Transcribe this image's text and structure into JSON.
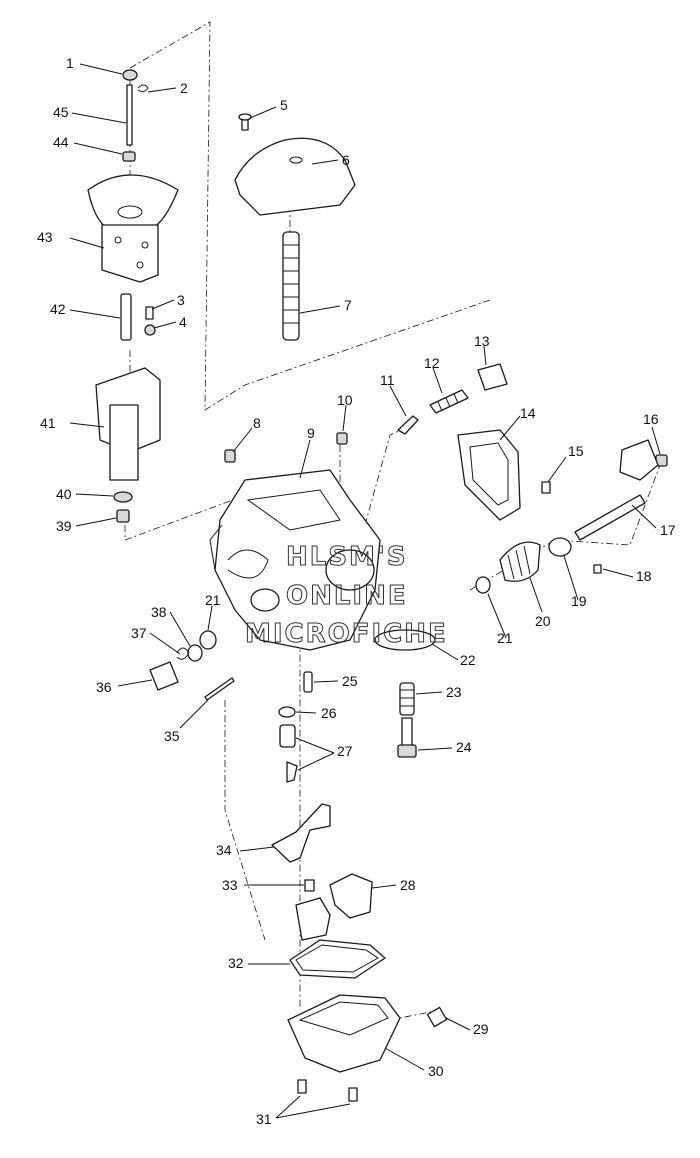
{
  "watermark": {
    "line1": "HLSM'S",
    "line2": "ONLINE",
    "line3": "MICROFICHE"
  },
  "callouts": [
    "1",
    "2",
    "3",
    "4",
    "5",
    "6",
    "7",
    "8",
    "9",
    "10",
    "11",
    "12",
    "13",
    "14",
    "15",
    "16",
    "17",
    "18",
    "19",
    "20",
    "21",
    "21",
    "22",
    "23",
    "24",
    "25",
    "26",
    "27",
    "28",
    "29",
    "30",
    "31",
    "32",
    "33",
    "34",
    "35",
    "36",
    "37",
    "38",
    "39",
    "40",
    "41",
    "42",
    "43",
    "44",
    "45"
  ]
}
